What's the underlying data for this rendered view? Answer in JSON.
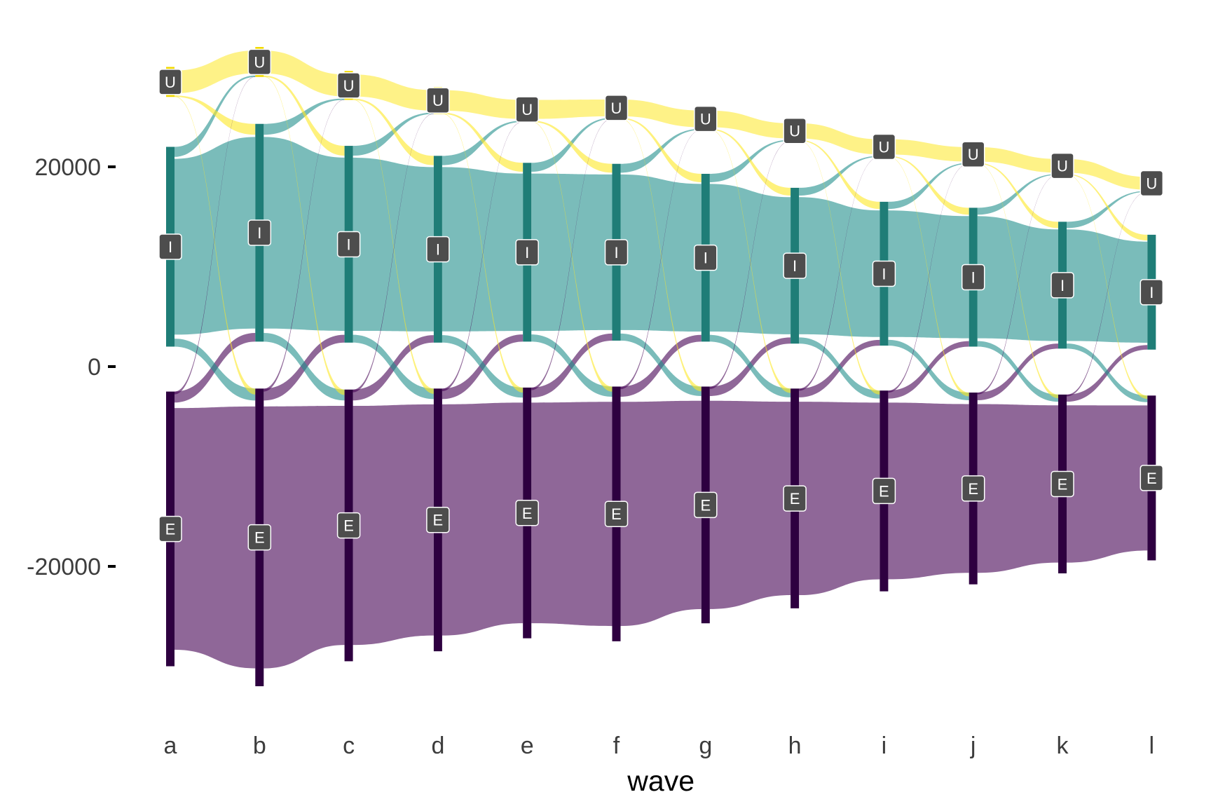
{
  "chart_data": {
    "type": "alluvial",
    "xlabel": "wave",
    "ylabel": "",
    "title": "",
    "grid": false,
    "legend": "none",
    "y_ticks": [
      20000,
      0,
      -20000
    ],
    "y_tick_labels": [
      "20000",
      "0",
      "-20000"
    ],
    "categories": [
      "a",
      "b",
      "c",
      "d",
      "e",
      "f",
      "g",
      "h",
      "i",
      "j",
      "k",
      "l"
    ],
    "strata": [
      "U",
      "I",
      "E"
    ],
    "colors": {
      "E": "#440154",
      "I": "#21908c",
      "U": "#fde725"
    },
    "stratum_colors": {
      "E": "#2e0040",
      "I": "#1f7d77",
      "U": "#f1d900"
    },
    "label_fill": "#4d4d4d",
    "label_text_color": "#ffffff",
    "stacks": [
      {
        "x": "a",
        "U": {
          "top": 30000,
          "bottom": 27000
        },
        "I": {
          "top": 22000,
          "bottom": 2000
        },
        "E": {
          "top": -2500,
          "bottom": -30000
        }
      },
      {
        "x": "b",
        "U": {
          "top": 32000,
          "bottom": 29000
        },
        "I": {
          "top": 24300,
          "bottom": 2500
        },
        "E": {
          "top": -2200,
          "bottom": -32000
        }
      },
      {
        "x": "c",
        "U": {
          "top": 29600,
          "bottom": 26700
        },
        "I": {
          "top": 22100,
          "bottom": 2400
        },
        "E": {
          "top": -2300,
          "bottom": -29500
        }
      },
      {
        "x": "d",
        "U": {
          "top": 28000,
          "bottom": 25300
        },
        "I": {
          "top": 21100,
          "bottom": 2400
        },
        "E": {
          "top": -2200,
          "bottom": -28500
        }
      },
      {
        "x": "e",
        "U": {
          "top": 27000,
          "bottom": 24500
        },
        "I": {
          "top": 20400,
          "bottom": 2500
        },
        "E": {
          "top": -2100,
          "bottom": -27200
        }
      },
      {
        "x": "f",
        "U": {
          "top": 27000,
          "bottom": 24800
        },
        "I": {
          "top": 20300,
          "bottom": 2600
        },
        "E": {
          "top": -2000,
          "bottom": -27500
        }
      },
      {
        "x": "g",
        "U": {
          "top": 25900,
          "bottom": 23700
        },
        "I": {
          "top": 19300,
          "bottom": 2500
        },
        "E": {
          "top": -2000,
          "bottom": -25700
        }
      },
      {
        "x": "h",
        "U": {
          "top": 24600,
          "bottom": 22600
        },
        "I": {
          "top": 17900,
          "bottom": 2300
        },
        "E": {
          "top": -2200,
          "bottom": -24200
        }
      },
      {
        "x": "i",
        "U": {
          "top": 23000,
          "bottom": 21000
        },
        "I": {
          "top": 16500,
          "bottom": 2100
        },
        "E": {
          "top": -2400,
          "bottom": -22500
        }
      },
      {
        "x": "j",
        "U": {
          "top": 22200,
          "bottom": 20300
        },
        "I": {
          "top": 15900,
          "bottom": 2000
        },
        "E": {
          "top": -2600,
          "bottom": -21800
        }
      },
      {
        "x": "k",
        "U": {
          "top": 21000,
          "bottom": 19200
        },
        "I": {
          "top": 14500,
          "bottom": 1800
        },
        "E": {
          "top": -2800,
          "bottom": -20700
        }
      },
      {
        "x": "l",
        "U": {
          "top": 19200,
          "bottom": 17500
        },
        "I": {
          "top": 13200,
          "bottom": 1700
        },
        "E": {
          "top": -2900,
          "bottom": -19400
        }
      }
    ]
  }
}
